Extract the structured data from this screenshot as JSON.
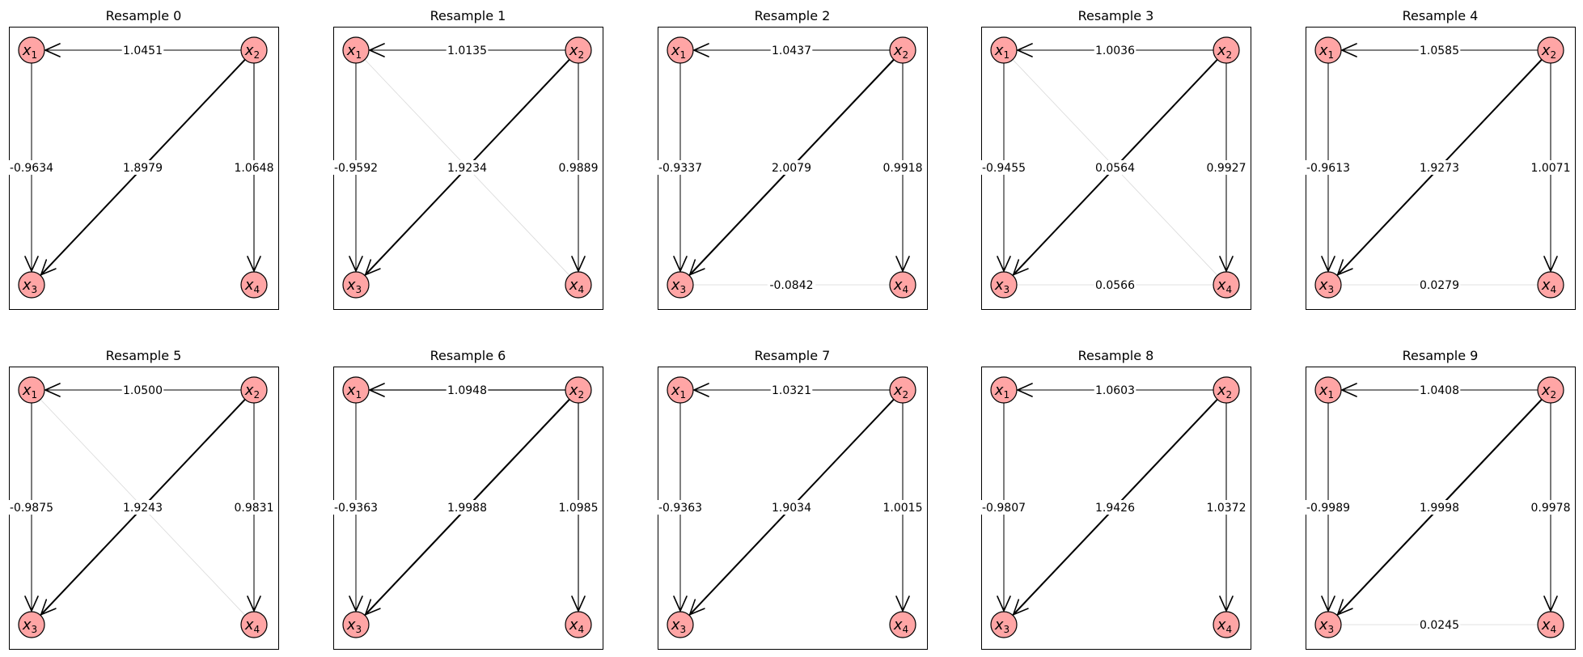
{
  "figure": {
    "panels": [
      {
        "title": "Resample 0",
        "nodes": [
          {
            "id": "x1",
            "letter": "x",
            "sub": "1"
          },
          {
            "id": "x2",
            "letter": "x",
            "sub": "2"
          },
          {
            "id": "x3",
            "letter": "x",
            "sub": "3"
          },
          {
            "id": "x4",
            "letter": "x",
            "sub": "4"
          }
        ],
        "edges": [
          {
            "from": "x2",
            "to": "x1",
            "label": "1.0451",
            "weight": 1.0451,
            "directed": true
          },
          {
            "from": "x1",
            "to": "x3",
            "label": "-0.9634",
            "weight": -0.9634,
            "directed": true
          },
          {
            "from": "x2",
            "to": "x3",
            "label": "1.8979",
            "weight": 1.8979,
            "directed": true
          },
          {
            "from": "x2",
            "to": "x4",
            "label": "1.0648",
            "weight": 1.0648,
            "directed": true
          }
        ]
      },
      {
        "title": "Resample 1",
        "nodes": [
          {
            "id": "x1",
            "letter": "x",
            "sub": "1"
          },
          {
            "id": "x2",
            "letter": "x",
            "sub": "2"
          },
          {
            "id": "x3",
            "letter": "x",
            "sub": "3"
          },
          {
            "id": "x4",
            "letter": "x",
            "sub": "4"
          }
        ],
        "edges": [
          {
            "from": "x2",
            "to": "x1",
            "label": "1.0135",
            "weight": 1.0135,
            "directed": true
          },
          {
            "from": "x1",
            "to": "x3",
            "label": "-0.9592",
            "weight": -0.9592,
            "directed": true
          },
          {
            "from": "x2",
            "to": "x3",
            "label": "1.9234",
            "weight": 1.9234,
            "directed": true
          },
          {
            "from": "x2",
            "to": "x4",
            "label": "0.9889",
            "weight": 0.9889,
            "directed": true
          },
          {
            "from": "x1",
            "to": "x4",
            "label": "",
            "weight": 0.02,
            "directed": false
          }
        ]
      },
      {
        "title": "Resample 2",
        "nodes": [
          {
            "id": "x1",
            "letter": "x",
            "sub": "1"
          },
          {
            "id": "x2",
            "letter": "x",
            "sub": "2"
          },
          {
            "id": "x3",
            "letter": "x",
            "sub": "3"
          },
          {
            "id": "x4",
            "letter": "x",
            "sub": "4"
          }
        ],
        "edges": [
          {
            "from": "x2",
            "to": "x1",
            "label": "1.0437",
            "weight": 1.0437,
            "directed": true
          },
          {
            "from": "x1",
            "to": "x3",
            "label": "-0.9337",
            "weight": -0.9337,
            "directed": true
          },
          {
            "from": "x2",
            "to": "x3",
            "label": "2.0079",
            "weight": 2.0079,
            "directed": true
          },
          {
            "from": "x2",
            "to": "x4",
            "label": "0.9918",
            "weight": 0.9918,
            "directed": true
          },
          {
            "from": "x3",
            "to": "x4",
            "label": "-0.0842",
            "weight": -0.0842,
            "directed": false
          }
        ]
      },
      {
        "title": "Resample 3",
        "nodes": [
          {
            "id": "x1",
            "letter": "x",
            "sub": "1"
          },
          {
            "id": "x2",
            "letter": "x",
            "sub": "2"
          },
          {
            "id": "x3",
            "letter": "x",
            "sub": "3"
          },
          {
            "id": "x4",
            "letter": "x",
            "sub": "4"
          }
        ],
        "edges": [
          {
            "from": "x2",
            "to": "x1",
            "label": "1.0036",
            "weight": 1.0036,
            "directed": true
          },
          {
            "from": "x1",
            "to": "x3",
            "label": "-0.9455",
            "weight": -0.9455,
            "directed": true
          },
          {
            "from": "x2",
            "to": "x3",
            "label": "",
            "weight": 1.9,
            "directed": true
          },
          {
            "from": "x2",
            "to": "x4",
            "label": "0.9927",
            "weight": 0.9927,
            "directed": true
          },
          {
            "from": "x1",
            "to": "x4",
            "label": "0.0564",
            "weight": 0.0564,
            "directed": false
          },
          {
            "from": "x3",
            "to": "x4",
            "label": "0.0566",
            "weight": 0.0566,
            "directed": false
          }
        ]
      },
      {
        "title": "Resample 4",
        "nodes": [
          {
            "id": "x1",
            "letter": "x",
            "sub": "1"
          },
          {
            "id": "x2",
            "letter": "x",
            "sub": "2"
          },
          {
            "id": "x3",
            "letter": "x",
            "sub": "3"
          },
          {
            "id": "x4",
            "letter": "x",
            "sub": "4"
          }
        ],
        "edges": [
          {
            "from": "x2",
            "to": "x1",
            "label": "1.0585",
            "weight": 1.0585,
            "directed": true
          },
          {
            "from": "x1",
            "to": "x3",
            "label": "-0.9613",
            "weight": -0.9613,
            "directed": true
          },
          {
            "from": "x2",
            "to": "x3",
            "label": "1.9273",
            "weight": 1.9273,
            "directed": true
          },
          {
            "from": "x2",
            "to": "x4",
            "label": "1.0071",
            "weight": 1.0071,
            "directed": true
          },
          {
            "from": "x3",
            "to": "x4",
            "label": "0.0279",
            "weight": 0.0279,
            "directed": false
          }
        ]
      },
      {
        "title": "Resample 5",
        "nodes": [
          {
            "id": "x1",
            "letter": "x",
            "sub": "1"
          },
          {
            "id": "x2",
            "letter": "x",
            "sub": "2"
          },
          {
            "id": "x3",
            "letter": "x",
            "sub": "3"
          },
          {
            "id": "x4",
            "letter": "x",
            "sub": "4"
          }
        ],
        "edges": [
          {
            "from": "x2",
            "to": "x1",
            "label": "1.0500",
            "weight": 1.05,
            "directed": true
          },
          {
            "from": "x1",
            "to": "x3",
            "label": "-0.9875",
            "weight": -0.9875,
            "directed": true
          },
          {
            "from": "x2",
            "to": "x3",
            "label": "1.9243",
            "weight": 1.9243,
            "directed": true
          },
          {
            "from": "x2",
            "to": "x4",
            "label": "0.9831",
            "weight": 0.9831,
            "directed": true
          },
          {
            "from": "x1",
            "to": "x4",
            "label": "",
            "weight": 0.02,
            "directed": false
          }
        ]
      },
      {
        "title": "Resample 6",
        "nodes": [
          {
            "id": "x1",
            "letter": "x",
            "sub": "1"
          },
          {
            "id": "x2",
            "letter": "x",
            "sub": "2"
          },
          {
            "id": "x3",
            "letter": "x",
            "sub": "3"
          },
          {
            "id": "x4",
            "letter": "x",
            "sub": "4"
          }
        ],
        "edges": [
          {
            "from": "x2",
            "to": "x1",
            "label": "1.0948",
            "weight": 1.0948,
            "directed": true
          },
          {
            "from": "x1",
            "to": "x3",
            "label": "-0.9363",
            "weight": -0.9363,
            "directed": true
          },
          {
            "from": "x2",
            "to": "x3",
            "label": "1.9988",
            "weight": 1.9988,
            "directed": true
          },
          {
            "from": "x2",
            "to": "x4",
            "label": "1.0985",
            "weight": 1.0985,
            "directed": true
          }
        ]
      },
      {
        "title": "Resample 7",
        "nodes": [
          {
            "id": "x1",
            "letter": "x",
            "sub": "1"
          },
          {
            "id": "x2",
            "letter": "x",
            "sub": "2"
          },
          {
            "id": "x3",
            "letter": "x",
            "sub": "3"
          },
          {
            "id": "x4",
            "letter": "x",
            "sub": "4"
          }
        ],
        "edges": [
          {
            "from": "x2",
            "to": "x1",
            "label": "1.0321",
            "weight": 1.0321,
            "directed": true
          },
          {
            "from": "x1",
            "to": "x3",
            "label": "-0.9363",
            "weight": -0.9363,
            "directed": true
          },
          {
            "from": "x2",
            "to": "x3",
            "label": "1.9034",
            "weight": 1.9034,
            "directed": true
          },
          {
            "from": "x2",
            "to": "x4",
            "label": "1.0015",
            "weight": 1.0015,
            "directed": true
          }
        ]
      },
      {
        "title": "Resample 8",
        "nodes": [
          {
            "id": "x1",
            "letter": "x",
            "sub": "1"
          },
          {
            "id": "x2",
            "letter": "x",
            "sub": "2"
          },
          {
            "id": "x3",
            "letter": "x",
            "sub": "3"
          },
          {
            "id": "x4",
            "letter": "x",
            "sub": "4"
          }
        ],
        "edges": [
          {
            "from": "x2",
            "to": "x1",
            "label": "1.0603",
            "weight": 1.0603,
            "directed": true
          },
          {
            "from": "x1",
            "to": "x3",
            "label": "-0.9807",
            "weight": -0.9807,
            "directed": true
          },
          {
            "from": "x2",
            "to": "x3",
            "label": "1.9426",
            "weight": 1.9426,
            "directed": true
          },
          {
            "from": "x2",
            "to": "x4",
            "label": "1.0372",
            "weight": 1.0372,
            "directed": true
          }
        ]
      },
      {
        "title": "Resample 9",
        "nodes": [
          {
            "id": "x1",
            "letter": "x",
            "sub": "1"
          },
          {
            "id": "x2",
            "letter": "x",
            "sub": "2"
          },
          {
            "id": "x3",
            "letter": "x",
            "sub": "3"
          },
          {
            "id": "x4",
            "letter": "x",
            "sub": "4"
          }
        ],
        "edges": [
          {
            "from": "x2",
            "to": "x1",
            "label": "1.0408",
            "weight": 1.0408,
            "directed": true
          },
          {
            "from": "x1",
            "to": "x3",
            "label": "-0.9989",
            "weight": -0.9989,
            "directed": true
          },
          {
            "from": "x2",
            "to": "x3",
            "label": "1.9998",
            "weight": 1.9998,
            "directed": true
          },
          {
            "from": "x2",
            "to": "x4",
            "label": "0.9978",
            "weight": 0.9978,
            "directed": true
          },
          {
            "from": "x3",
            "to": "x4",
            "label": "0.0245",
            "weight": 0.0245,
            "directed": false
          }
        ]
      }
    ]
  },
  "colors": {
    "node_fill": "#ffa5a5",
    "node_stroke": "#000000",
    "edge": "#000000",
    "label_bg": "#ffffff",
    "frame": "#000000"
  }
}
